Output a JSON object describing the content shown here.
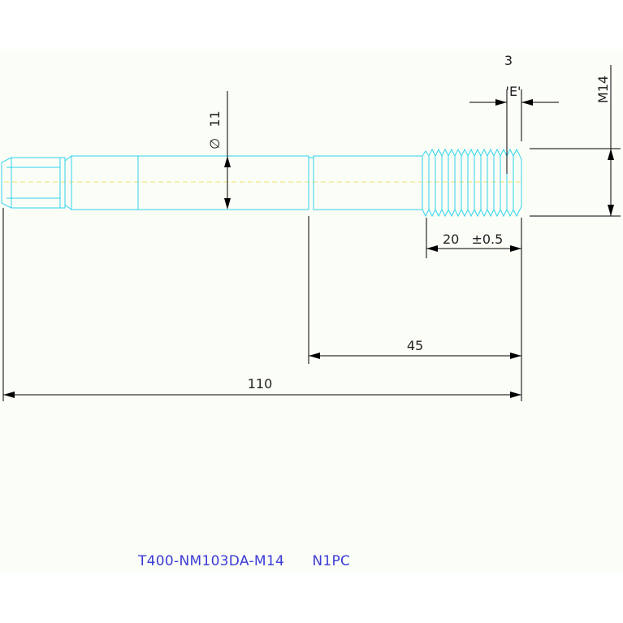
{
  "drawing": {
    "title_block": {
      "part_number": "T400-NM103DA-M14",
      "quantity": "N1PC"
    },
    "dimensions": {
      "overall_length": "110",
      "shank_to_end": "45",
      "thread_length": "20",
      "thread_tolerance": "±0.5",
      "diameter_symbol": "∅",
      "diameter": "11",
      "thread_size": "M14",
      "gap": "3",
      "section_label": "'E'"
    },
    "colors": {
      "part_outline": "#2fd3ee",
      "centerline": "#f3e36b",
      "dimension_lines": "#000000",
      "title_text": "#3c3cd6"
    }
  }
}
